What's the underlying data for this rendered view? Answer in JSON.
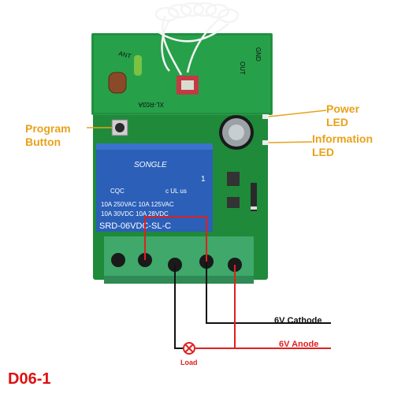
{
  "labels": {
    "program_button": "Program\nButton",
    "power_led": "Power\nLED",
    "information_led": "Information\nLED",
    "cathode": "6V Cathode",
    "anode": "6V Anode",
    "load": "Load",
    "model": "D06-1"
  },
  "board": {
    "antenna_label": "ANT",
    "receiver_label": "XL-R03A",
    "out_label": "OUT",
    "gnd_label": "GND"
  },
  "relay": {
    "brand": "SONGLE",
    "cqc": "CQC",
    "ul_text": "c UL us",
    "rating_1": "10A 250VAC   10A 125VAC",
    "rating_2": "10A  30VDC   10A  28VDC",
    "model": "SRD-06VDC-SL-C",
    "pin_one": "1"
  },
  "colors": {
    "pcb": "#1f8a3a",
    "relay": "#2b5fb8",
    "terminal": "#3fa86a",
    "label_orange": "#e8a21a",
    "wire_red": "#e02020",
    "model_red": "#e01010"
  }
}
